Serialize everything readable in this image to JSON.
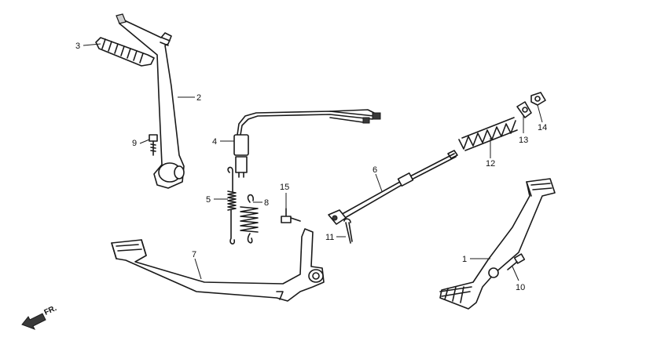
{
  "callouts": {
    "c1": "1",
    "c2": "2",
    "c3": "3",
    "c4": "4",
    "c5": "5",
    "c6": "6",
    "c7": "7",
    "c8": "8",
    "c9": "9",
    "c10": "10",
    "c11": "11",
    "c12": "12",
    "c13": "13",
    "c14": "14",
    "c15": "15"
  },
  "orientation": {
    "label": "FR."
  }
}
